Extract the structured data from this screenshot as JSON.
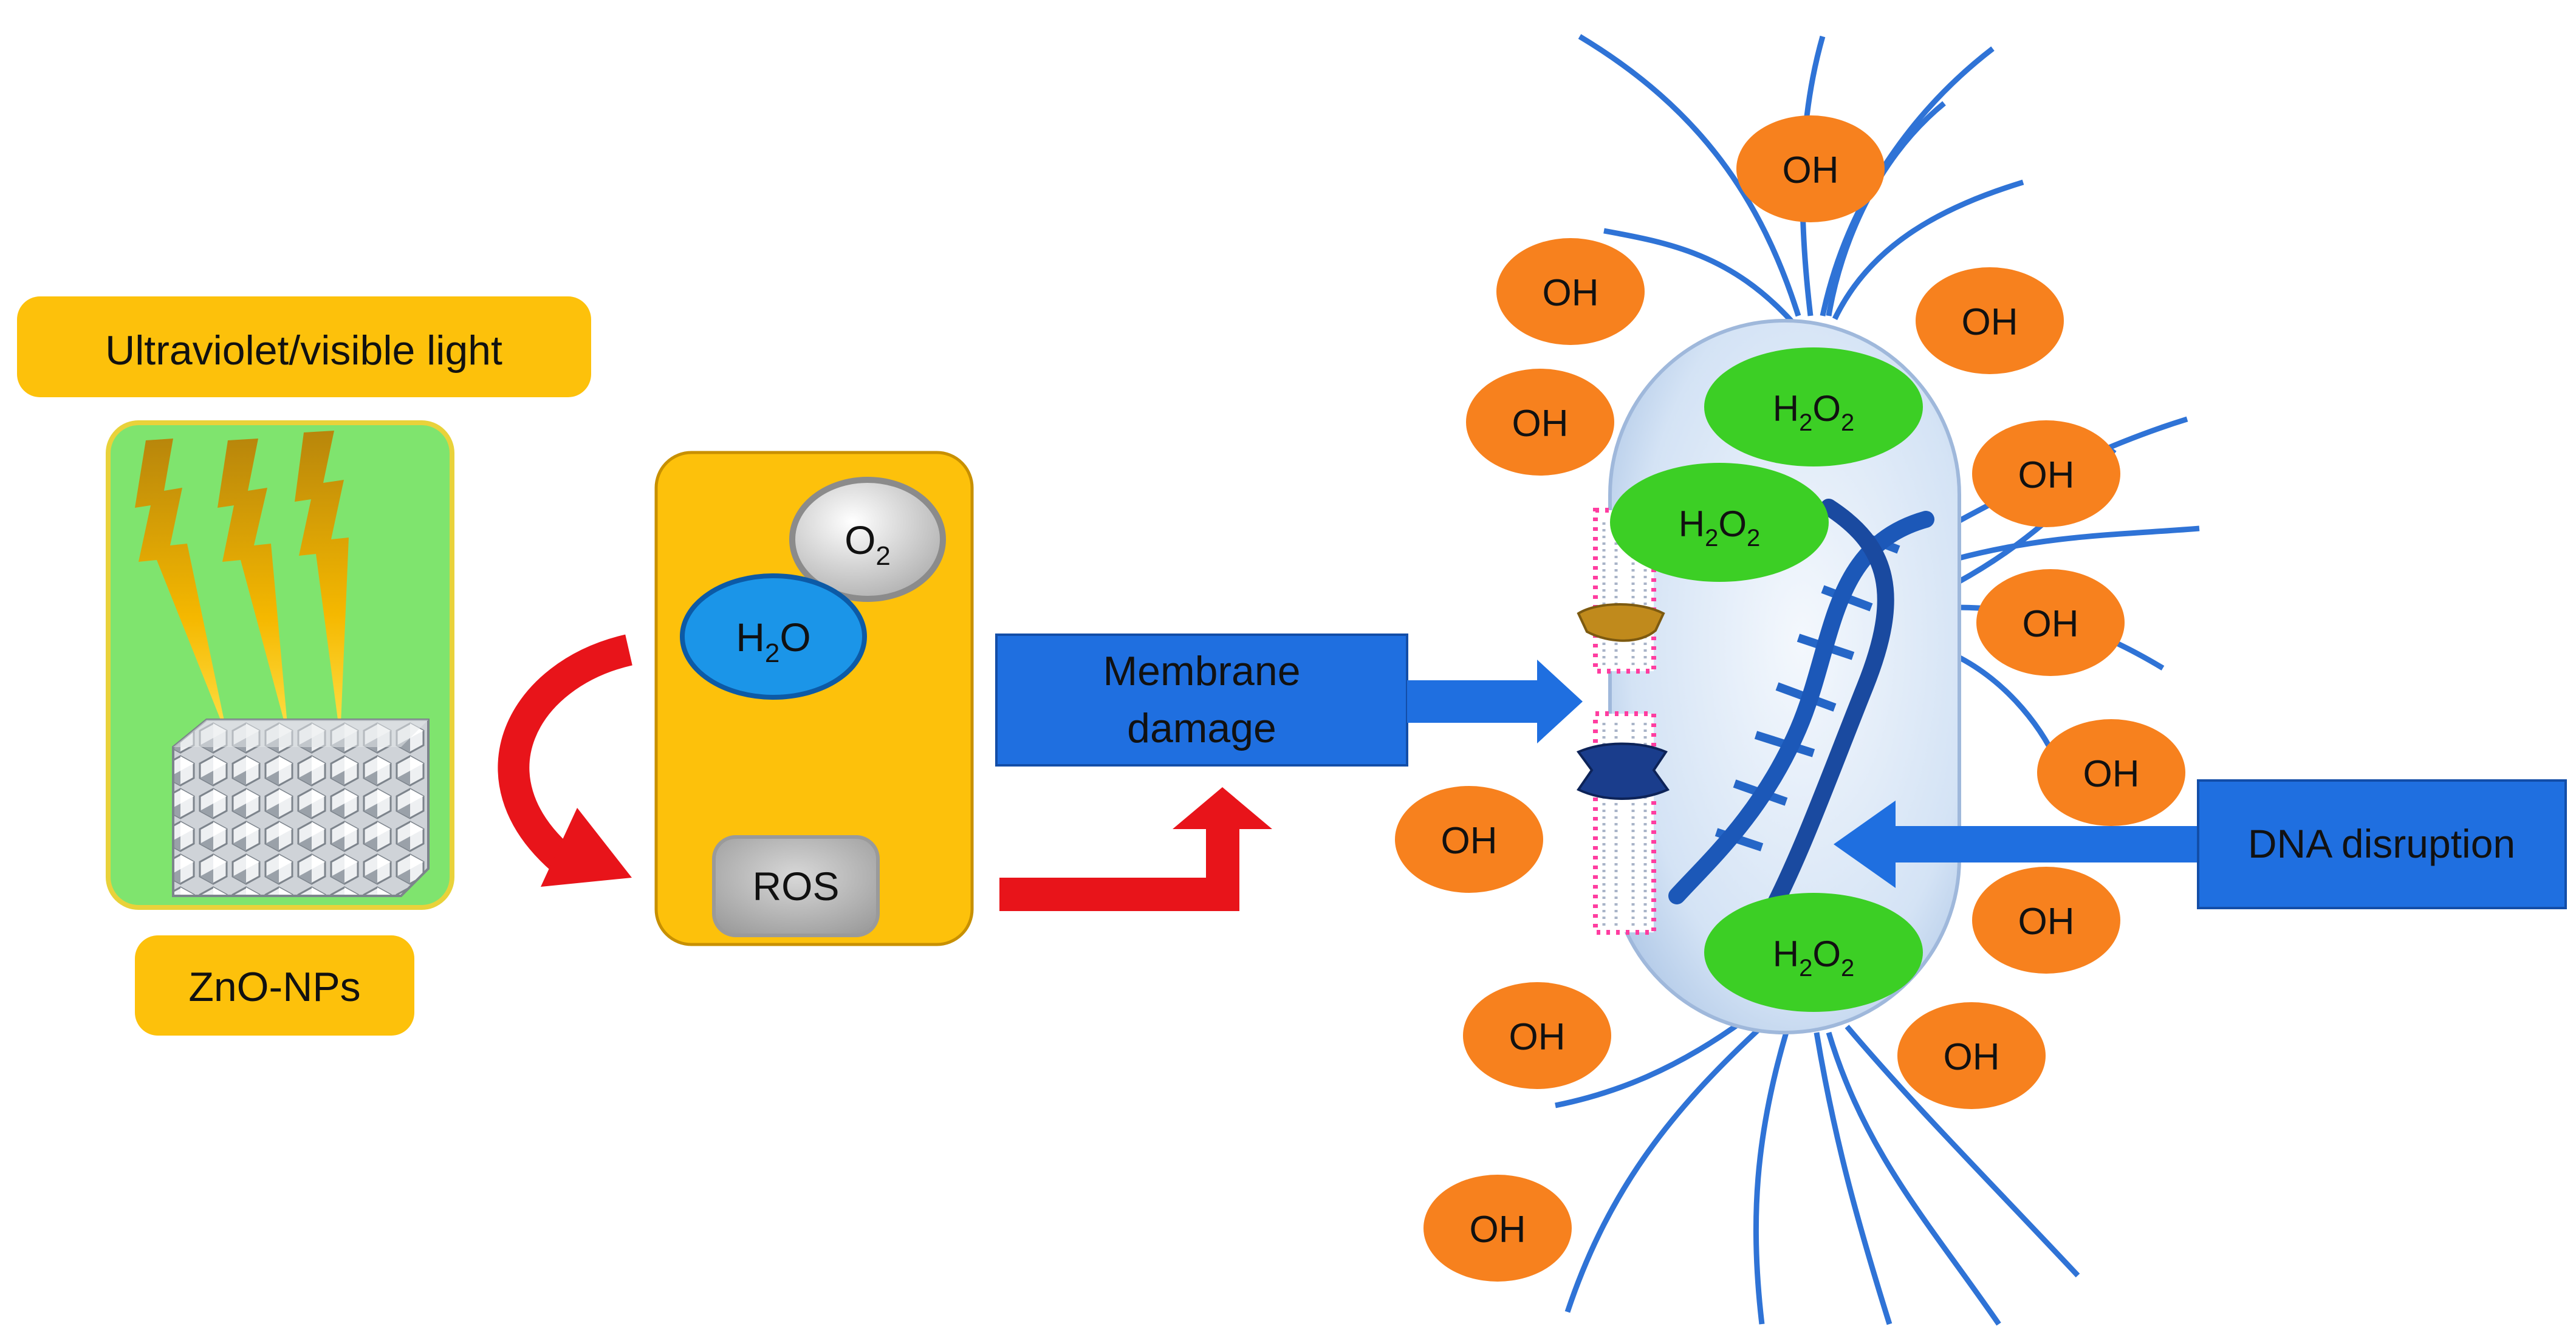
{
  "labels": {
    "light": "Ultraviolet/visible light",
    "nps": "ZnO-NPs",
    "ros": "ROS",
    "membrane_line1": "Membrane",
    "membrane_line2": "damage",
    "dna": "DNA disruption"
  },
  "molecules": {
    "oxygen": {
      "base": "O",
      "sub": "2"
    },
    "water": {
      "base": "H",
      "sub": "2",
      "tail": "O"
    },
    "peroxide": {
      "h": "H",
      "sub1": "2",
      "o": "O",
      "sub2": "2"
    },
    "hydroxyl": "OH"
  },
  "colors": {
    "label_box": "#fdc10b",
    "green_panel": "#7fe46e",
    "ros_panel": "#fdc10b",
    "blue_arrow": "#1f6fe0",
    "red_arrow": "#e8141a",
    "hydroxyl": "#f7811e",
    "peroxide": "#3ccf25",
    "water": "#1b95e8",
    "cell": "#c9dcf2"
  }
}
